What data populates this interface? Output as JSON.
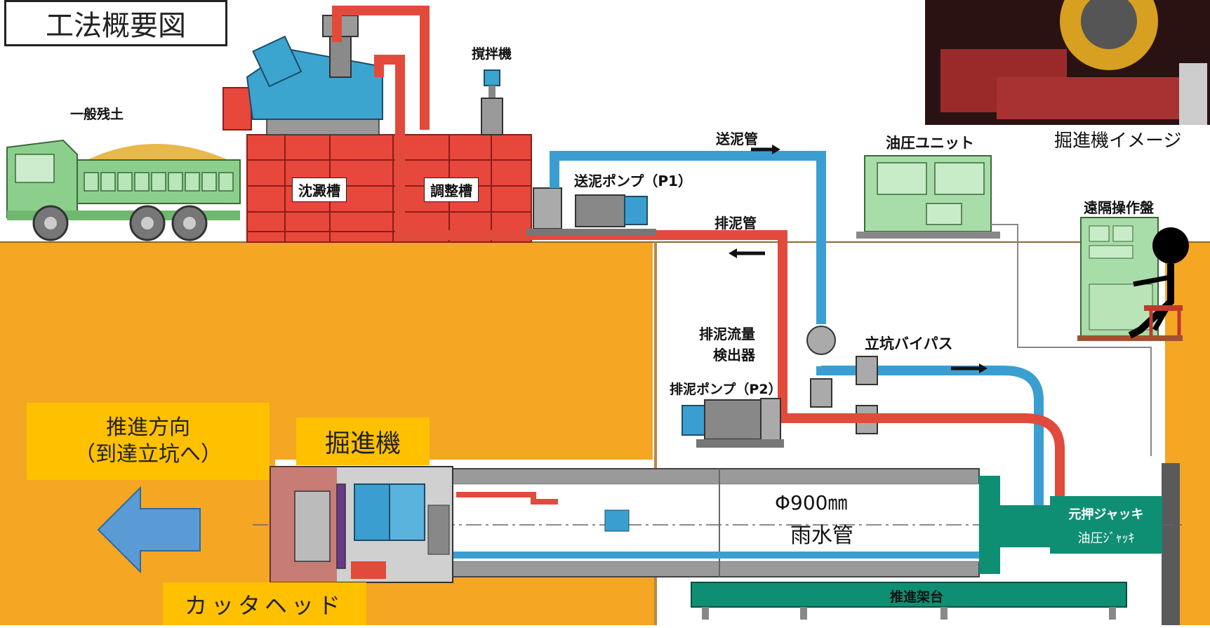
{
  "title": "工法概要図",
  "labels": {
    "soil": "一般残土",
    "mixer": "撹拌機",
    "settling_tank": "沈澱槽",
    "adjust_tank": "調整槽",
    "feed_pipe": "送泥管",
    "feed_pump": "送泥ポンプ（P1）",
    "discharge_pipe": "排泥管",
    "hydraulic_unit": "油圧ユニット",
    "remote_panel": "遠隔操作盤",
    "flow_meter_1": "排泥流量",
    "flow_meter_2": "検出器",
    "shaft_bypass": "立坑バイパス",
    "discharge_pump": "排泥ポンプ（P2）",
    "thrust_base": "推進架台",
    "machine_image_caption": "掘進機イメージ"
  },
  "callouts": {
    "direction_line1": "推進方向",
    "direction_line2": "（到達立坑へ）",
    "machine": "掘進機",
    "cutter_head": "カッタヘッド",
    "pipe_size": "Φ900㎜",
    "pipe_type": "雨水管",
    "main_jack": "元押ジャッキ",
    "hydraulic_jack": "油圧ｼﾞｬｯｷ"
  },
  "colors": {
    "ground": "#f5a623",
    "tank_red": "#e8473c",
    "pipe_red": "#e24a3b",
    "pipe_blue": "#3a9fd0",
    "machine_green": "#a8dca8",
    "callout_yellow": "#ffc000",
    "arrow_blue": "#5b9bd5",
    "jack_teal": "#0e8f73",
    "pipe_gray": "#9a9a9a"
  }
}
